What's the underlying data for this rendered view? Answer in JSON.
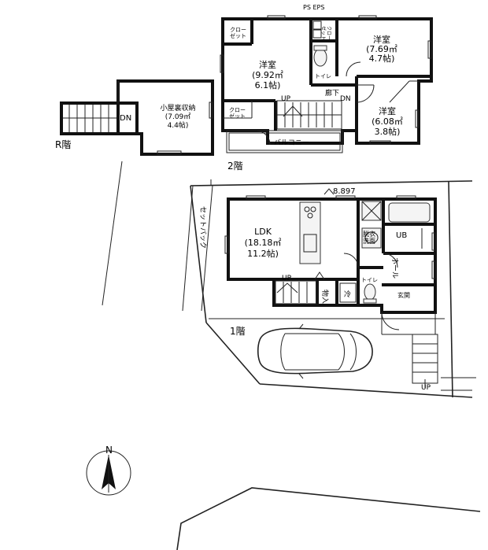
{
  "floors": {
    "roof": {
      "title": "R階",
      "storage_name": "小屋裏収納",
      "storage_area": "(7.09㎡",
      "storage_tatami": "4.4帖)",
      "stair_dn": "DN"
    },
    "second": {
      "title": "2階",
      "ps_eps": "PS EPS",
      "room_a": {
        "name": "洋室",
        "area": "(9.92㎡",
        "tatami": "6.1帖)"
      },
      "room_b": {
        "name": "洋室",
        "area": "(7.69㎡",
        "tatami": "4.7帖)"
      },
      "room_c": {
        "name": "洋室",
        "area": "(6.08㎡",
        "tatami": "3.8帖)"
      },
      "closet_1": "クロー\nゼット",
      "closet_2": "クロー\nゼット",
      "closet_3": "クロー\nゼット",
      "toilet": "トイレ",
      "hall": "廊下",
      "up": "UP",
      "dn": "DN",
      "balcony": "バルコニー"
    },
    "first": {
      "title": "1階",
      "ldk": {
        "name": "LDK",
        "area": "(18.18㎡",
        "tatami": "11.2帖)"
      },
      "washroom": "脱衣\n洗面",
      "ub": "UB",
      "hall": "ホール",
      "toilet": "トイレ",
      "storage": "物入",
      "fridge": "冷",
      "entrance": "玄関",
      "up": "UP"
    }
  },
  "site": {
    "setback": "セットバック",
    "road_width": "8.897",
    "entry_up": "UP"
  },
  "compass": {
    "label": "N"
  }
}
